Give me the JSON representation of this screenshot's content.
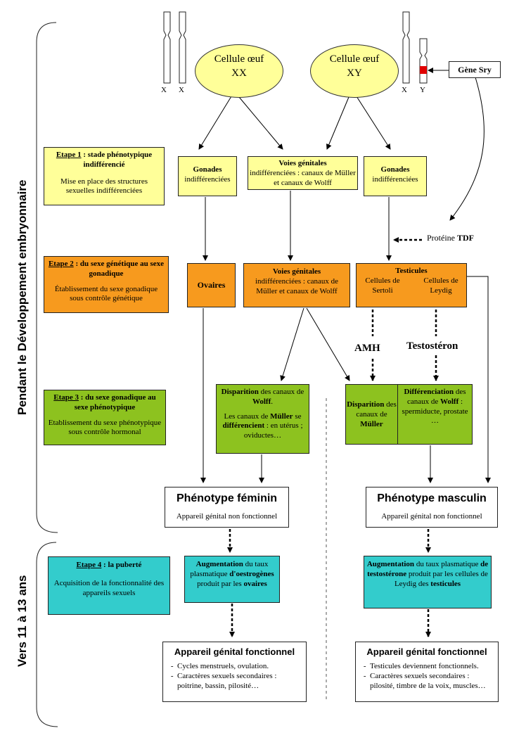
{
  "side": {
    "embryo_label": "Pendant le Développement embryonnaire",
    "puberty_label": "Vers 11 à 13 ans"
  },
  "chromosomes": {
    "x1": "X",
    "x2": "X",
    "x3": "X",
    "y": "Y"
  },
  "eggs": {
    "xx": {
      "line1": "Cellule œuf",
      "line2": "XX"
    },
    "xy": {
      "line1": "Cellule œuf",
      "line2": "XY"
    }
  },
  "sry": "Gène Sry",
  "tdf": {
    "prefix": "Protéine ",
    "bold": "TDF"
  },
  "steps": {
    "s1": {
      "title": "Etape 1",
      "title_rest": " : stade phénotypique indifférencié",
      "desc": "Mise en place des structures sexuelles indifférenciées"
    },
    "s2": {
      "title": "Etape 2",
      "title_rest": " : du sexe génétique au sexe gonadique",
      "desc": "Établissement du sexe gonadique sous contrôle génétique"
    },
    "s3": {
      "title": "Etape 3",
      "title_rest": " : du sexe gonadique au sexe phénotypique",
      "desc": "Etablissement du sexe phénotypique sous contrôle hormonal"
    },
    "s4": {
      "title": "Etape 4",
      "title_rest": " : la puberté",
      "desc": "Acquisition de la fonctionnalité des appareils sexuels"
    }
  },
  "stage1": {
    "gonads_left": {
      "title": "Gonades",
      "text": "indifférenciées"
    },
    "voies": {
      "title": "Voies génitales",
      "text": "indifférenciées : canaux de Müller et canaux de Wolff"
    },
    "gonads_right": {
      "title": "Gonades",
      "text": "indifférenciées"
    }
  },
  "stage2": {
    "ovaires": "Ovaires",
    "voies": {
      "title": "Voies génitales",
      "text": "indifférenciées : canaux de Müller et canaux de Wolff"
    },
    "testicules": {
      "title": "Testicules",
      "sertoli": "Cellules de Sertoli",
      "leydig": "Cellules de Leydig"
    }
  },
  "hormones": {
    "amh": "AMH",
    "testo": "Testostéron"
  },
  "stage3": {
    "fem": {
      "b1": "Disparition",
      "t1": " des canaux de ",
      "b2": "Wolff",
      "t2": ".",
      "t3": "Les canaux de ",
      "b3": "Müller",
      "t4": " se ",
      "b4": "différencient",
      "t5": " : en utérus ; oviductes…"
    },
    "masc_disp": {
      "b1": "Disparition",
      "t1": " des canaux de ",
      "b2": "Müller"
    },
    "masc_diff": {
      "b1": "Différenciation",
      "t1": " des canaux de ",
      "b2": "Wolff",
      "t2": " : spermiducte, prostate …"
    }
  },
  "phenotype": {
    "fem": {
      "title": "Phénotype féminin",
      "text": "Appareil génital non fonctionnel"
    },
    "masc": {
      "title": "Phénotype masculin",
      "text": "Appareil génital non fonctionnel"
    }
  },
  "puberty": {
    "fem": {
      "b1": "Augmentation",
      "t1": " du taux plasmatique ",
      "b2": "d'oestrogènes",
      "t2": " produit par les ",
      "b3": "ovaires"
    },
    "masc": {
      "b1": "Augmentation",
      "t1": " du taux plasmatique ",
      "b2": "de testostérone",
      "t2": " produit par les cellules de Leydig des ",
      "b3": "testicules"
    }
  },
  "functional": {
    "fem": {
      "title": "Appareil génital fonctionnel",
      "items": [
        "Cycles menstruels, ovulation.",
        "Caractères sexuels secondaires : poitrine, bassin, pilosité…"
      ]
    },
    "masc": {
      "title": "Appareil génital fonctionnel",
      "items": [
        "Testicules deviennent fonctionnels.",
        "Caractères sexuels secondaires : pilosité, timbre de la voix, muscles…"
      ]
    }
  },
  "colors": {
    "yellow": "#ffff99",
    "orange": "#f79a1e",
    "green": "#8dc21f",
    "teal": "#33cccc",
    "sry_red": "#e00000"
  }
}
